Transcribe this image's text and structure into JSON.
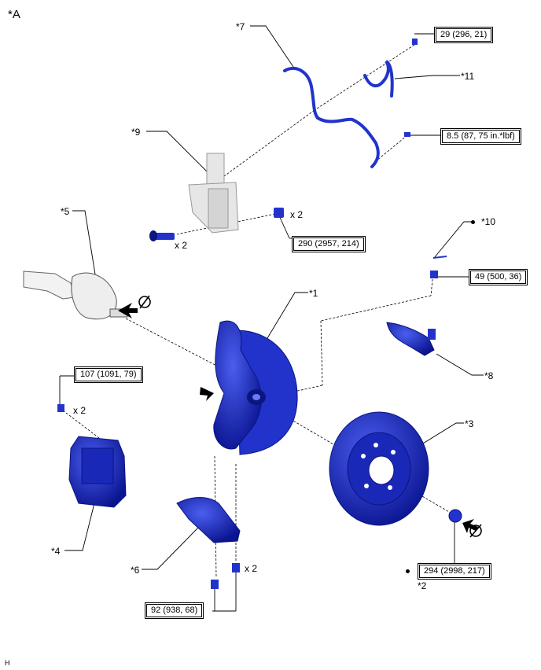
{
  "diagram": {
    "title": "*A",
    "code": "H",
    "callouts": {
      "c1": "*1",
      "c2": "*2",
      "c3": "*3",
      "c4": "*4",
      "c5": "*5",
      "c6": "*6",
      "c7": "*7",
      "c8": "*8",
      "c9": "*9",
      "c10": "*10",
      "c11": "*11"
    },
    "quantities": {
      "q_nut_290": "x 2",
      "q_bolt_290": "x 2",
      "q_caliper": "x 2",
      "q_lower": "x 2"
    },
    "torques": {
      "t_sensor": "29 (296, 21)",
      "t_clip": "8.5 (87, 75 in.*lbf)",
      "t_strut": "290 (2957, 214)",
      "t_tierod": "49 (500, 36)",
      "t_caliper": "107 (1091, 79)",
      "t_hub": "294 (2998, 217)",
      "t_lower": "92 (938, 68)"
    },
    "colors": {
      "part_blue": "#2233cc",
      "part_dark": "#0a157f",
      "grey_part": "#d8d8d8"
    }
  }
}
